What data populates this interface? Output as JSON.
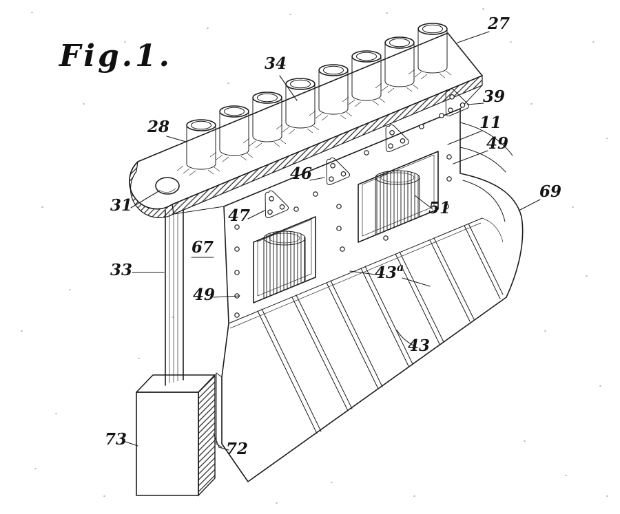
{
  "figure": {
    "label": "Fig.1.",
    "kind": "patent-line-drawing",
    "subject": "isometric view of an engine cylinder block with row of cylinder liners"
  },
  "labels": {
    "n27": "27",
    "n34": "34",
    "n39": "39",
    "n28": "28",
    "n11": "11",
    "n49r": "49",
    "n46": "46",
    "n31": "31",
    "n69": "69",
    "n47": "47",
    "n51": "51",
    "n67": "67",
    "n33": "33",
    "n43a_main": "43",
    "n43a_sup": "a",
    "n49l": "49",
    "n43": "43",
    "n73": "73",
    "n72": "72"
  },
  "colors": {
    "ink": "#1b1b1b",
    "paper": "#ffffff"
  }
}
